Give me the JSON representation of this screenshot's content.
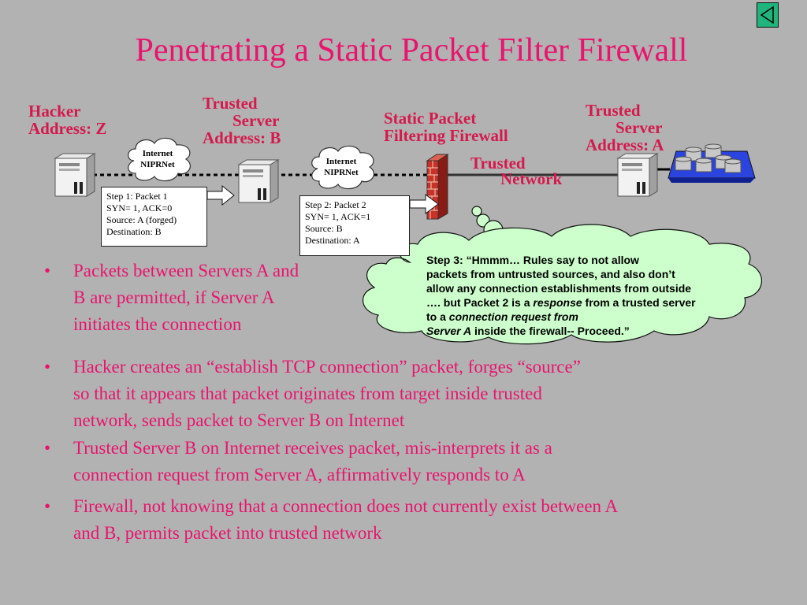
{
  "title": "Penetrating a Static Packet Filter Firewall",
  "labels": {
    "hacker_line1": "Hacker",
    "hacker_line2": "Address:  Z",
    "trusted_b_line1": "Trusted",
    "trusted_b_line2": "Server",
    "trusted_b_line3": "Address:  B",
    "firewall_line1": "Static Packet",
    "firewall_line2": "Filtering Firewall",
    "trusted_a_line1": "Trusted",
    "trusted_a_line2": "Server",
    "trusted_a_line3": "Address: A",
    "network_line1": "Trusted",
    "network_line2": "Network"
  },
  "clouds": [
    {
      "line1": "Internet",
      "line2": "NIPRNet"
    },
    {
      "line1": "Internet",
      "line2": "NIPRNet"
    }
  ],
  "packet1": [
    "Step 1:  Packet 1",
    "SYN= 1, ACK=0",
    "Source: A (forged)",
    "Destination: B"
  ],
  "packet2": [
    "Step 2:  Packet 2",
    "SYN= 1, ACK=1",
    "Source: B",
    "Destination: A"
  ],
  "thought": {
    "line1": "Step 3:  “Hmmm… Rules say to not allow",
    "line2": "packets from untrusted sources, and also don’t",
    "line3": "allow any connection establishments from outside",
    "line4_a": "…. but Packet 2 is a ",
    "line4_em": "response",
    "line4_b": " from a trusted server",
    "line5_a": "to a ",
    "line5_em": "connection request from",
    "line6_em": "Server A",
    "line6_b": " inside the firewall-- Proceed.”"
  },
  "bullets": [
    [
      "Packets between Servers A and",
      "B are permitted, if Server A",
      "initiates the connection"
    ],
    [
      "Hacker creates an “establish TCP connection” packet, forges “source”",
      "so that it appears that packet originates from target inside trusted",
      "network, sends packet to Server B on Internet"
    ],
    [
      "Trusted Server B on Internet receives packet, mis-interprets it as a",
      "connection request from Server A, affirmatively responds to A"
    ],
    [
      "Firewall, not knowing that a connection does not currently exist between A",
      "and B, permits packet into trusted network"
    ]
  ],
  "bullet_symbol": "•",
  "colors": {
    "background": "#b2b2b2",
    "title": "#e8146e",
    "labels": "#d41a4c",
    "cloud_fill": "#ccffcc",
    "nav_button": "#1fb57c",
    "firewall_brick": "#c83228"
  },
  "icons": {
    "nav": "back-triangle-icon",
    "server": "server-tower-icon",
    "firewall": "brick-wall-icon",
    "database": "database-cluster-icon"
  }
}
